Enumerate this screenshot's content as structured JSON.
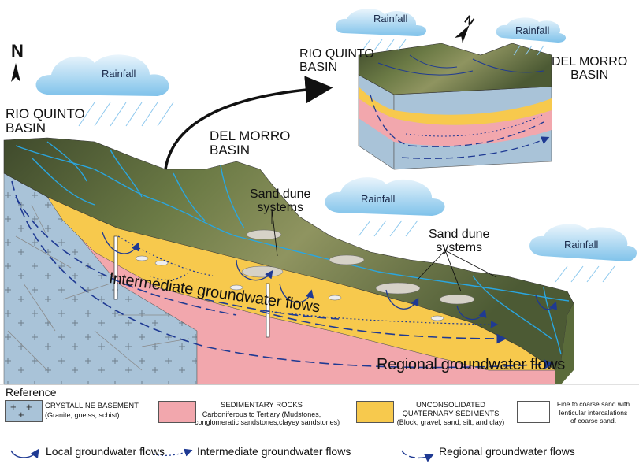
{
  "labels": {
    "rio_quinto_main": [
      "RIO QUINTO",
      "BASIN"
    ],
    "del_morro_main": [
      "DEL MORRO",
      "BASIN"
    ],
    "rio_quinto_inset": [
      "RIO QUINTO",
      "BASIN"
    ],
    "del_morro_inset": [
      "DEL MORRO",
      "BASIN"
    ],
    "north": "N",
    "sand_dune_1": [
      "Sand dune",
      "systems"
    ],
    "sand_dune_2": [
      "Sand dune",
      "systems"
    ],
    "intermediate_flows": "Intermediate groundwater flows",
    "regional_flows": "Regional groundwater flows"
  },
  "clouds": [
    "Rainfall",
    "Rainfall",
    "Rainfall",
    "Rainfall",
    "Rainfall"
  ],
  "reference": {
    "title": "Reference",
    "items": [
      {
        "name": "CRYSTALLINE BASEMENT",
        "detail": [
          "(Granite, gneiss, schist)"
        ],
        "color": "#a9c3d8"
      },
      {
        "name": "SEDIMENTARY ROCKS",
        "detail": [
          "Carboniferous to Tertiary (Mudstones,",
          "conglomeratic sandstones,clayey sandstones)"
        ],
        "color": "#f2a7ad"
      },
      {
        "name": "UNCONSOLIDATED",
        "detail": [
          "QUATERNARY SEDIMENTS",
          "(Block, gravel, sand, silt, and clay)"
        ],
        "color": "#f7c94d"
      },
      {
        "name": "",
        "detail": [
          "Fine to coarse sand with",
          "lenticular intercalations",
          "of coarse sand."
        ],
        "color": "#ffffff"
      }
    ],
    "flows": [
      "Local groundwater flows",
      "Intermediate groundwater flows",
      "Regional groundwater flows"
    ]
  },
  "colors": {
    "basement": "#a9c3d8",
    "sedimentary": "#f2a7ad",
    "quaternary": "#f7c94d",
    "flow_arrow": "#1f3a93",
    "river": "#2aa6e0",
    "terrain": "#5a6b3a"
  }
}
